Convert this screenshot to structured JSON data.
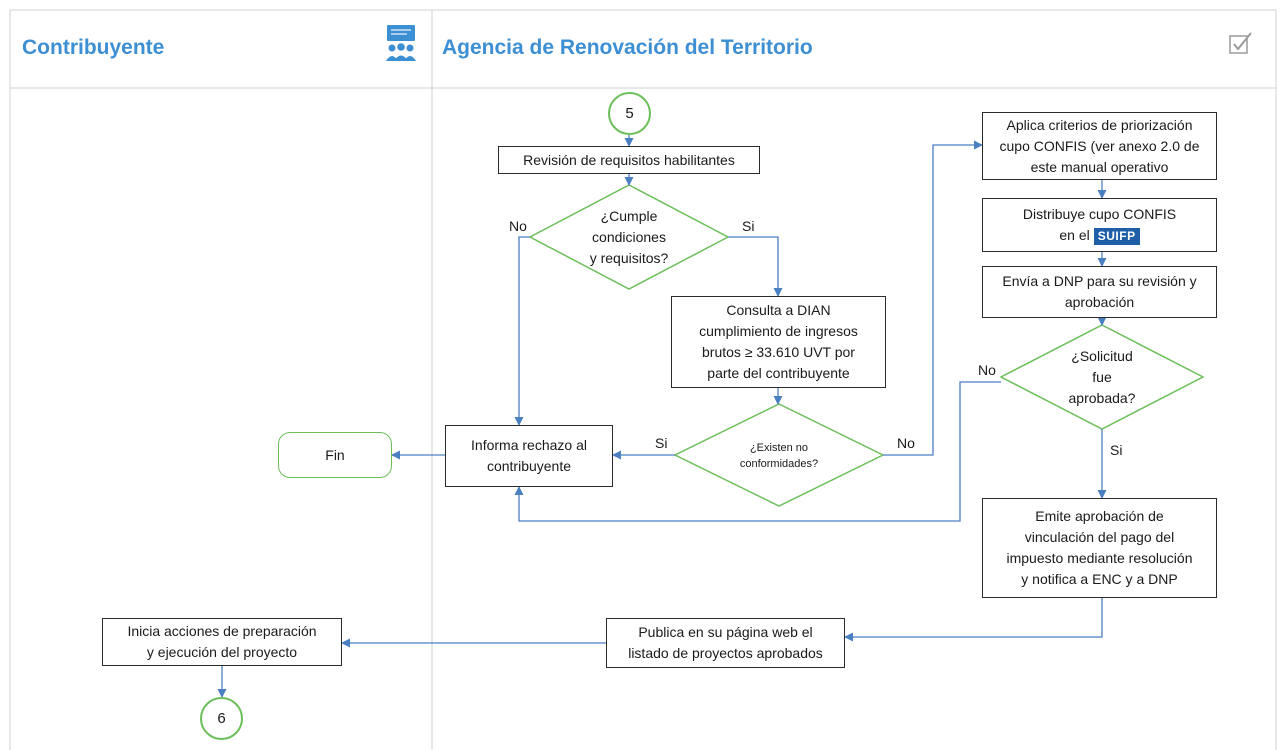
{
  "lanes": {
    "left_title": "Contribuyente",
    "right_title": "Agencia de Renovación del Territorio",
    "left_icon": "people-presentation-icon",
    "right_icon": "checkbox-icon"
  },
  "nodes": {
    "start_connector": "5",
    "review_requirements": "Revisión de requisitos habilitantes",
    "decision_meets": [
      "¿Cumple",
      "condiciones",
      "y requisitos?"
    ],
    "consult_dian": [
      "Consulta a DIAN",
      "cumplimiento de ingresos",
      "brutos ≥ 33.610 UVT por",
      "parte del contribuyente"
    ],
    "decision_nonconformities": [
      "¿Existen no",
      "conformidades?"
    ],
    "inform_rejection": [
      "Informa rechazo al",
      "contribuyente"
    ],
    "end": "Fin",
    "apply_criteria": [
      "Aplica criterios de priorización",
      "cupo CONFIS (ver anexo 2.0 de",
      "este manual operativo"
    ],
    "distribute_quota": [
      "Distribuye cupo CONFIS",
      "en el"
    ],
    "suifp_logo": "SUIFP",
    "send_dnp": [
      "Envía a DNP para su revisión y",
      "aprobación"
    ],
    "decision_approved": [
      "¿Solicitud",
      "fue",
      "aprobada?"
    ],
    "issue_approval": [
      "Emite aprobación de",
      "vinculación del pago del",
      "impuesto mediante resolución",
      "y notifica a ENC y a DNP"
    ],
    "publish_web": [
      "Publica en su página web el",
      "listado de proyectos aprobados"
    ],
    "start_actions": [
      "Inicia acciones de preparación",
      "y ejecución del proyecto"
    ],
    "end_connector": "6"
  },
  "edge_labels": {
    "meets_no": "No",
    "meets_yes": "Si",
    "nonconf_yes": "Si",
    "nonconf_no": "No",
    "approved_no": "No",
    "approved_yes": "Si"
  },
  "colors": {
    "lane_title": "#3d8fd4",
    "decision_border": "#6cbf5a",
    "arrow": "#4a7fc1",
    "suifp_bg": "#1f5fa8"
  }
}
